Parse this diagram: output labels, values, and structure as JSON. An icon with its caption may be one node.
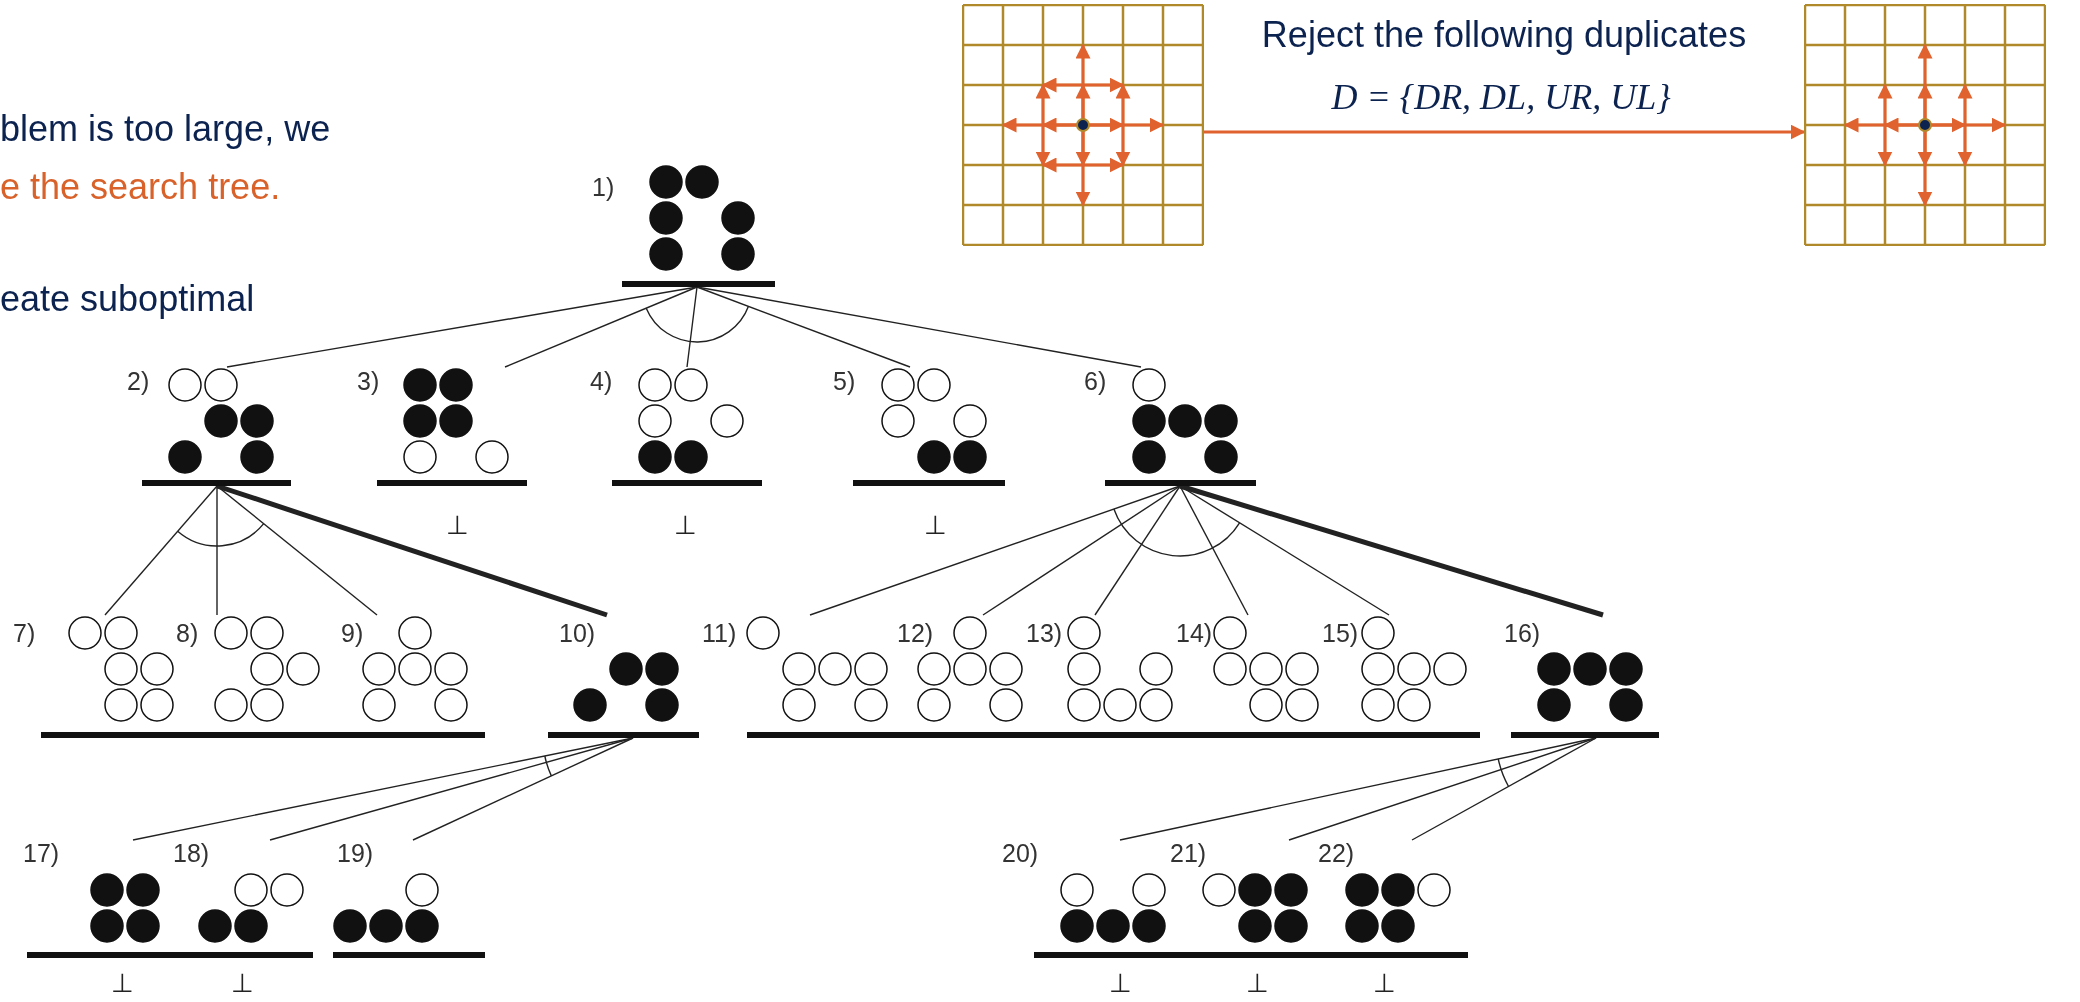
{
  "diagram": {
    "nodes": [
      {
        "text": [
          "1)"
        ]
      },
      {
        "text": [
          "2)"
        ]
      },
      {
        "text": [
          "3)"
        ],
        "beside": [
          "⊥"
        ]
      },
      {
        "text": [
          "4)"
        ],
        "beside": [
          "⊥"
        ]
      },
      {
        "text": [
          "5)"
        ],
        "beside": [
          "⊥"
        ]
      },
      {
        "text": [
          "6)"
        ]
      },
      {
        "text": [
          "7)"
        ]
      },
      {
        "text": [
          "8)"
        ]
      },
      {
        "text": [
          "9)"
        ]
      },
      {
        "text": [
          "10)"
        ]
      },
      {
        "text": [
          "11)"
        ]
      },
      {
        "text": [
          "12)"
        ]
      },
      {
        "text": [
          "13)"
        ]
      },
      {
        "text": [
          "14)"
        ]
      },
      {
        "text": [
          "15)"
        ]
      },
      {
        "text": [
          "16)"
        ]
      },
      {
        "text": [
          "17)"
        ],
        "beside": [
          "⊥"
        ]
      },
      {
        "text": [
          "18)"
        ],
        "beside": [
          "⊥"
        ]
      },
      {
        "text": [
          "19)"
        ]
      },
      {
        "text": [
          "20)"
        ],
        "beside": [
          "⊥"
        ]
      },
      {
        "text": [
          "21)"
        ],
        "beside": [
          "⊥"
        ]
      },
      {
        "text": [
          "22)"
        ],
        "beside": [
          "⊥"
        ]
      },
      {
        "text": [],
        "shape": "picture"
      },
      {
        "text": [],
        "shape": "picture"
      }
    ],
    "edges": [
      {
        "from": 0,
        "to": 1,
        "arrow": "none"
      },
      {
        "from": 0,
        "to": 2,
        "arrow": "none"
      },
      {
        "from": 0,
        "to": 3,
        "arrow": "none"
      },
      {
        "from": 0,
        "to": 4,
        "arrow": "none"
      },
      {
        "from": 0,
        "to": 5,
        "arrow": "none"
      },
      {
        "from": 1,
        "to": 6,
        "arrow": "none"
      },
      {
        "from": 1,
        "to": 7,
        "arrow": "none"
      },
      {
        "from": 1,
        "to": 8,
        "arrow": "none"
      },
      {
        "from": 1,
        "to": 9,
        "arrow": "none",
        "style": "thick"
      },
      {
        "from": 5,
        "to": 10,
        "arrow": "none"
      },
      {
        "from": 5,
        "to": 11,
        "arrow": "none"
      },
      {
        "from": 5,
        "to": 12,
        "arrow": "none"
      },
      {
        "from": 5,
        "to": 13,
        "arrow": "none"
      },
      {
        "from": 5,
        "to": 14,
        "arrow": "none"
      },
      {
        "from": 5,
        "to": 15,
        "arrow": "none",
        "style": "thick"
      },
      {
        "from": 9,
        "to": 16,
        "arrow": "none"
      },
      {
        "from": 9,
        "to": 17,
        "arrow": "none"
      },
      {
        "from": 9,
        "to": 18,
        "arrow": "none"
      },
      {
        "from": 15,
        "to": 19,
        "arrow": "none"
      },
      {
        "from": 15,
        "to": 20,
        "arrow": "none"
      },
      {
        "from": 15,
        "to": 21,
        "arrow": "none"
      },
      {
        "from": 22,
        "to": 23,
        "arrow": "to",
        "label": "Reject the following duplicates",
        "color": "#e0622f"
      }
    ],
    "labels": [
      "D = {DR, DL, UR, UL}",
      "blem is too large, we",
      "e the search tree.",
      "eate suboptimal"
    ]
  }
}
